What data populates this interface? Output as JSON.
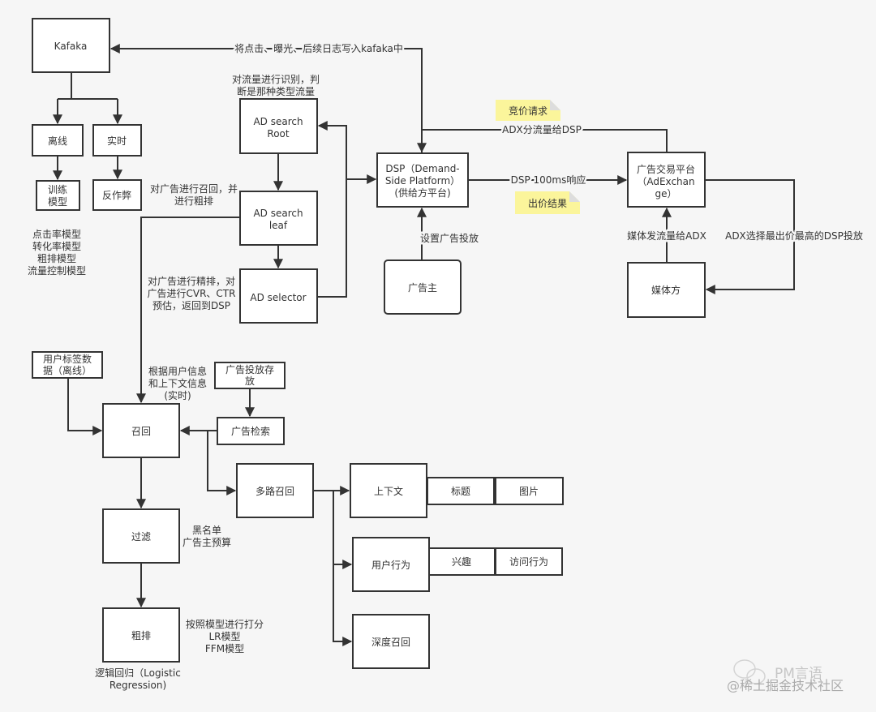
{
  "nodes": {
    "kafaka": "Kafaka",
    "offline": "离线",
    "realtime": "实时",
    "train": [
      "训练",
      "模型"
    ],
    "anti_fraud": "反作弊",
    "ad_root": [
      "AD search",
      "Root"
    ],
    "ad_leaf": [
      "AD search",
      "leaf"
    ],
    "ad_selector": "AD selector",
    "dsp": [
      "DSP（Demand-",
      "Side Platform）",
      "(供给方平台)"
    ],
    "advertiser": "广告主",
    "adx": [
      "广告交易平台",
      "（AdExchan",
      "ge）"
    ],
    "media": "媒体方",
    "user_tags": [
      "用户标签数",
      "据（离线）"
    ],
    "recall": "召回",
    "ad_storage": [
      "广告投放存",
      "放"
    ],
    "ad_retrieval": "广告检索",
    "multi_recall": "多路召回",
    "filter": "过滤",
    "coarse_rank": "粗排",
    "context": "上下文",
    "title": "标题",
    "image": "图片",
    "user_behavior": "用户行为",
    "interest": "兴趣",
    "visit_behavior": "访问行为",
    "deep_recall": "深度召回"
  },
  "edge_labels": {
    "to_kafka": "将点击、曝光、后续日志写入kafaka中",
    "adx_to_dsp": "ADX分流量给DSP",
    "dsp_to_adx": "DSP 100ms响应",
    "advertiser_to_dsp": "设置广告投放",
    "media_to_adx": "媒体发流量给ADX",
    "adx_to_media": "ADX选择最出价最高的DSP投放"
  },
  "annotations": {
    "models": [
      "点击率模型",
      "转化率模型",
      "粗排模型",
      "流量控制模型"
    ],
    "root_desc": [
      "对流量进行识别，判",
      "断是那种类型流量"
    ],
    "leaf_desc": [
      "对广告进行召回，并",
      "进行粗排"
    ],
    "selector_desc": [
      "对广告进行精排，对",
      "广告进行CVR、CTR",
      "预估，返回到DSP"
    ],
    "recall_input": [
      "根据用户信息",
      "和上下文信息",
      "(实时)"
    ],
    "filter_desc": [
      "黑名单",
      "广告主预算"
    ],
    "rank_desc": [
      "按照模型进行打分",
      "LR模型",
      "FFM模型"
    ],
    "rank_algo": [
      "逻辑回归（Logistic",
      "Regression)"
    ]
  },
  "notes": {
    "bid_request": "竞价请求",
    "bid_result": "出价结果"
  },
  "watermark": {
    "account": "PM言语",
    "source": "@稀土掘金技术社区"
  }
}
